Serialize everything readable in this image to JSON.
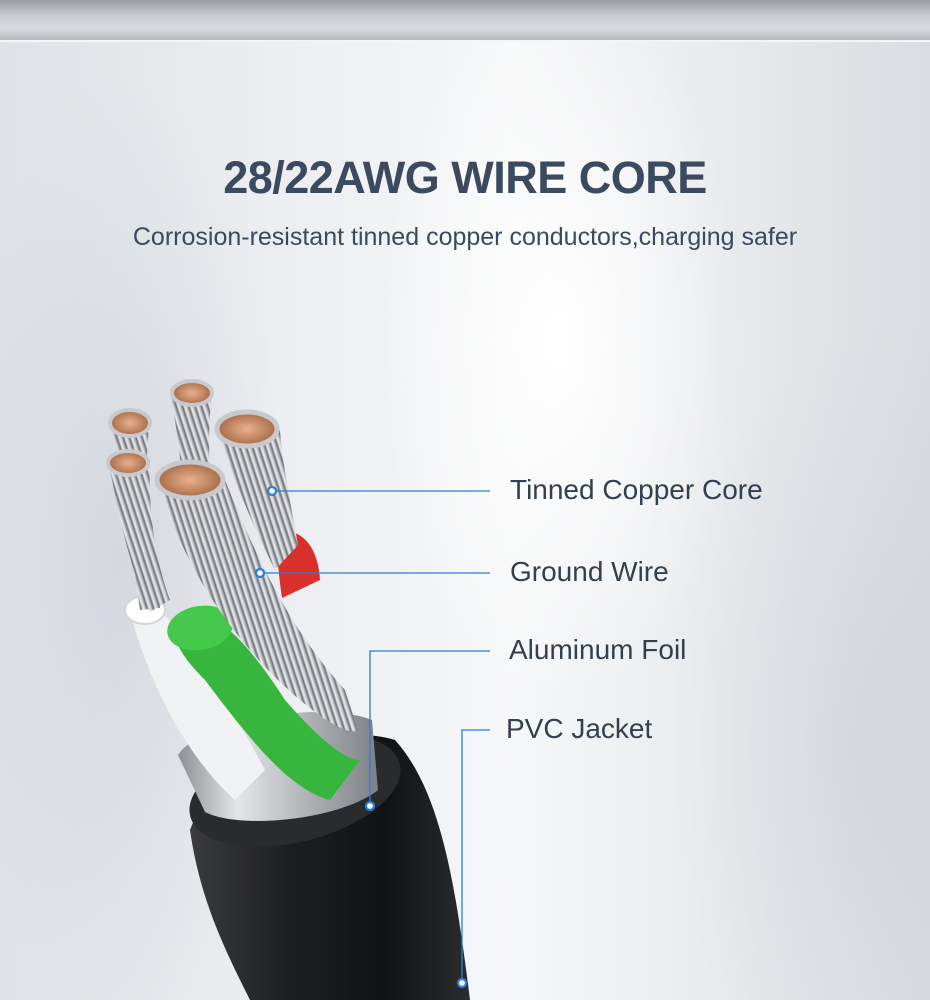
{
  "banner": {
    "title": "28/22AWG WIRE CORE",
    "subtitle": "Corrosion-resistant tinned copper conductors,charging safer"
  },
  "callouts": [
    {
      "label": "Tinned Copper Core"
    },
    {
      "label": "Ground Wire"
    },
    {
      "label": "Aluminum Foil"
    },
    {
      "label": "PVC Jacket"
    }
  ],
  "colors": {
    "heading": "#3b4a5f",
    "callout_line": "#2a7fd4",
    "jacket": "#1b1c1e",
    "green_wire": "#37b63d",
    "red_wire": "#d9302b",
    "copper": "#c98a64"
  }
}
